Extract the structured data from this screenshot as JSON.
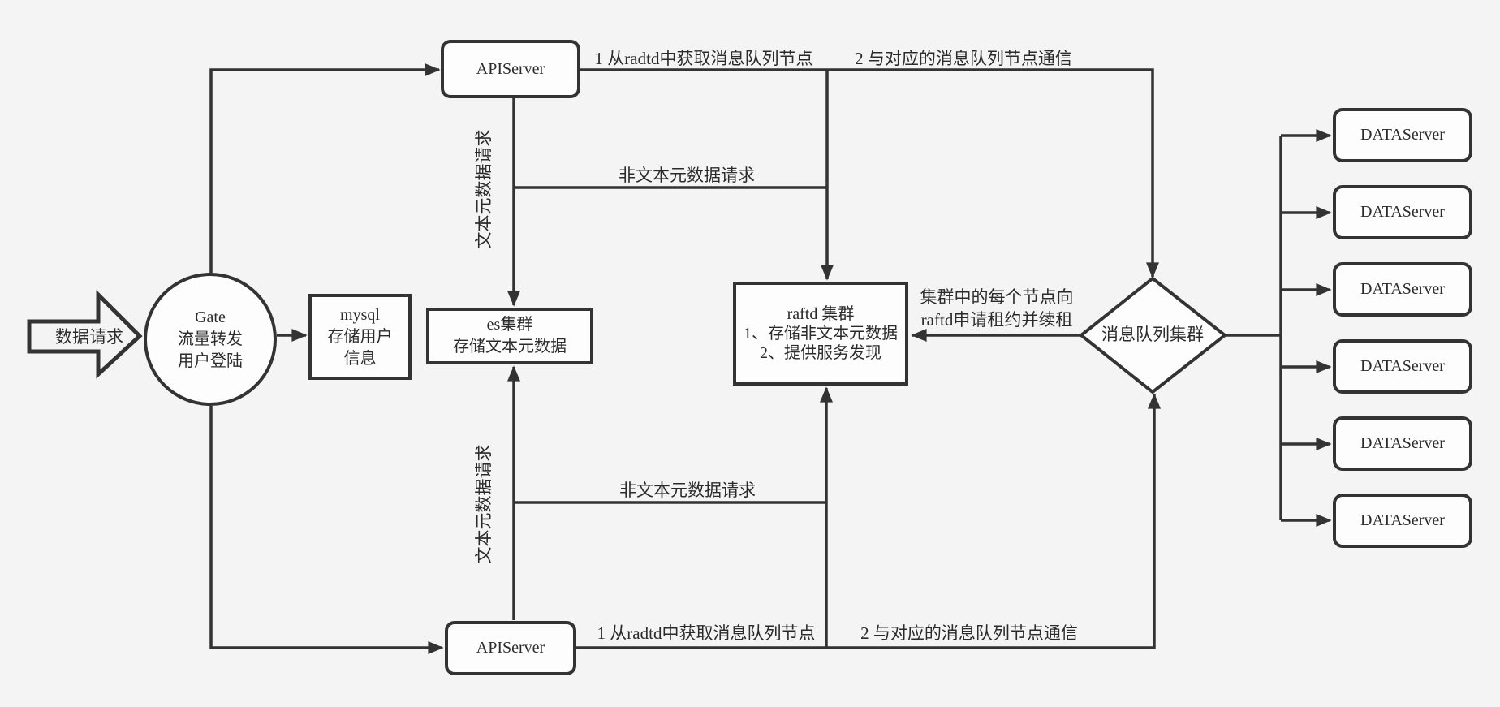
{
  "colors": {
    "background": "#f4f4f5",
    "line": "#333333",
    "node_fill": "#fdfdfd",
    "text": "#2b2b2b"
  },
  "nodes": {
    "request_arrow": {
      "label": "数据请求"
    },
    "gate": {
      "line1": "Gate",
      "line2": "流量转发",
      "line3": "用户登陆"
    },
    "mysql": {
      "line1": "mysql",
      "line2": "存储用户",
      "line3": "信息"
    },
    "es": {
      "line1": "es集群",
      "line2": "存储文本元数据"
    },
    "api_server_top": {
      "label": "APIServer"
    },
    "api_server_bottom": {
      "label": "APIServer"
    },
    "raftd": {
      "line1": "raftd 集群",
      "line2": "1、存储非文本元数据",
      "line3": "2、提供服务发现"
    },
    "mq_cluster": {
      "label": "消息队列集群"
    },
    "data_servers": [
      {
        "label": "DATAServer"
      },
      {
        "label": "DATAServer"
      },
      {
        "label": "DATAServer"
      },
      {
        "label": "DATAServer"
      },
      {
        "label": "DATAServer"
      },
      {
        "label": "DATAServer"
      }
    ]
  },
  "edge_labels": {
    "top_fetch_node": "1 从radtd中获取消息队列节点",
    "top_communicate": "2 与对应的消息队列节点通信",
    "bottom_fetch_node": "1 从radtd中获取消息队列节点",
    "bottom_communicate": "2 与对应的消息队列节点通信",
    "top_text_meta_request": "文本元数据请求",
    "bottom_text_meta_request": "文本元数据请求",
    "top_nontext_meta_request": "非文本元数据请求",
    "bottom_nontext_meta_request": "非文本元数据请求",
    "lease_line1": "集群中的每个节点向",
    "lease_line2": "raftd申请租约并续租"
  }
}
